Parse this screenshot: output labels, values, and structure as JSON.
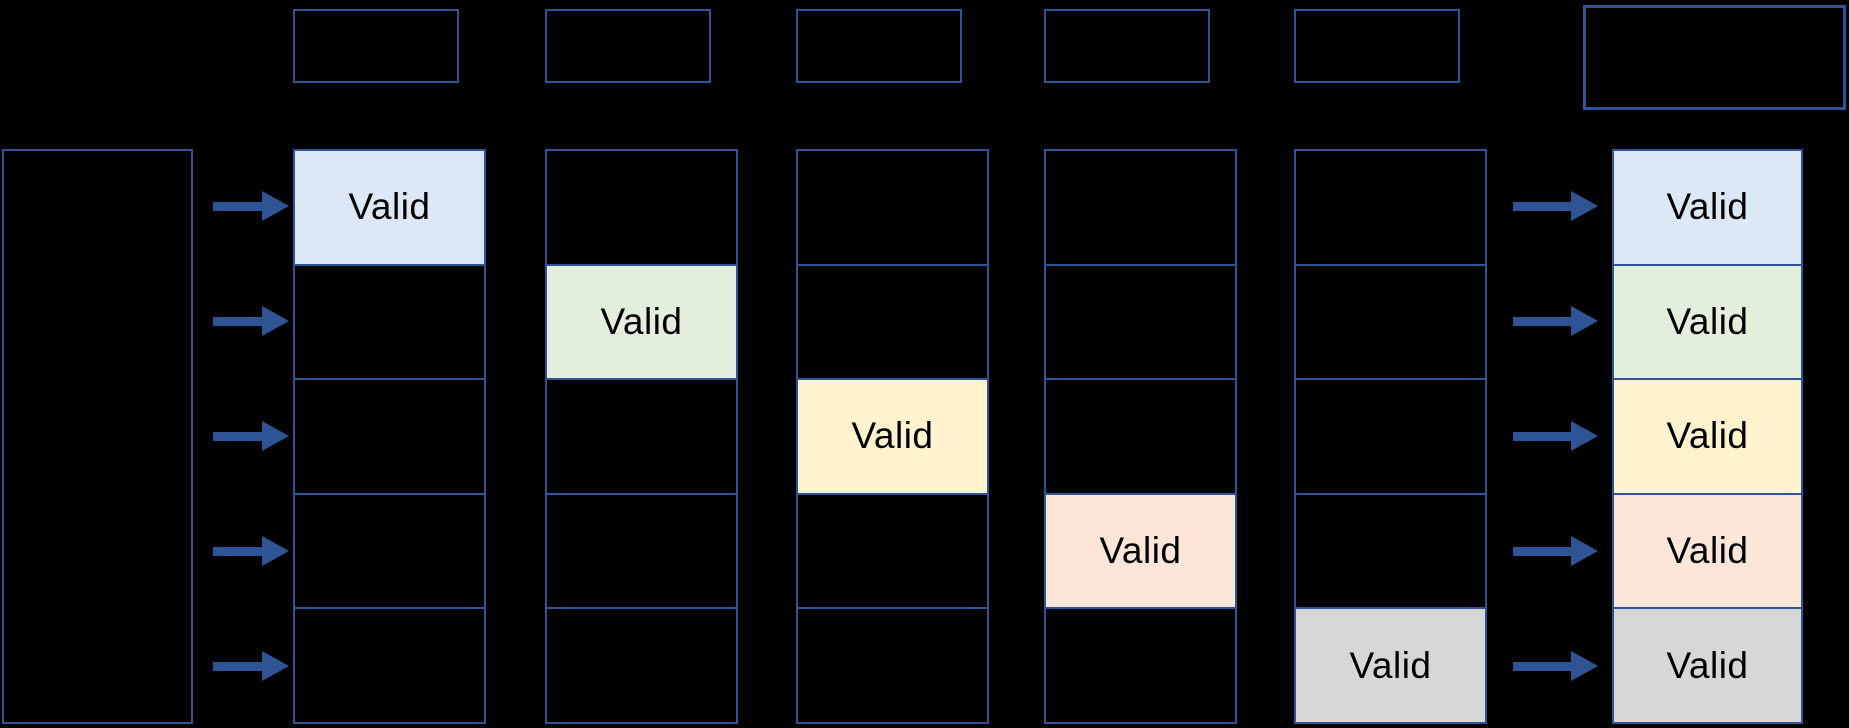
{
  "diagram": {
    "background": "#000000",
    "valid_label": "Valid",
    "colors": {
      "border": "#2F5496",
      "arrow": "#2F5496",
      "text": "#000000",
      "valid_blue": "#DCE8F5",
      "valid_green": "#E3EFDC",
      "valid_yellow": "#FEF3CE",
      "valid_peach": "#FBE6D7",
      "valid_gray": "#D7D7D7"
    },
    "top_boxes": {
      "small_count": 5,
      "wide_count": 1
    },
    "grid": {
      "columns": 5,
      "rows": 5,
      "valid_cells": [
        {
          "column": 1,
          "row": 1,
          "label": "Valid",
          "color": "#DCE8F5"
        },
        {
          "column": 2,
          "row": 2,
          "label": "Valid",
          "color": "#E3EFDC"
        },
        {
          "column": 3,
          "row": 3,
          "label": "Valid",
          "color": "#FEF3CE"
        },
        {
          "column": 4,
          "row": 4,
          "label": "Valid",
          "color": "#FBE6D7"
        },
        {
          "column": 5,
          "row": 5,
          "label": "Valid",
          "color": "#D7D7D7"
        }
      ]
    },
    "result_column": {
      "cells": [
        {
          "row": 1,
          "label": "Valid",
          "color": "#DCE8F5"
        },
        {
          "row": 2,
          "label": "Valid",
          "color": "#E3EFDC"
        },
        {
          "row": 3,
          "label": "Valid",
          "color": "#FEF3CE"
        },
        {
          "row": 4,
          "label": "Valid",
          "color": "#FBE6D7"
        },
        {
          "row": 5,
          "label": "Valid",
          "color": "#D7D7D7"
        }
      ]
    },
    "arrows": {
      "left_count": 5,
      "right_count": 5
    }
  }
}
